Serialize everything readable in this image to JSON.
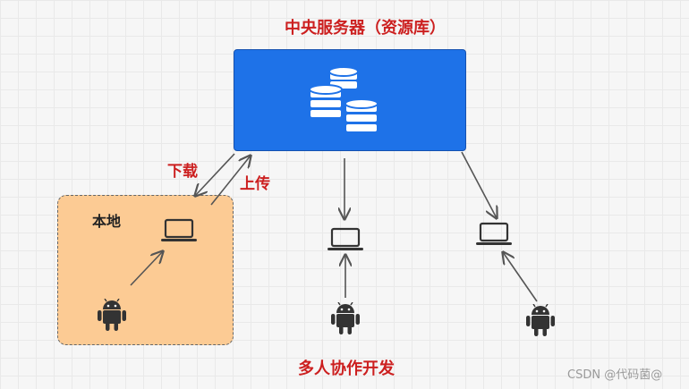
{
  "diagram": {
    "title": "中央服务器（资源库）",
    "download_label": "下载",
    "upload_label": "上传",
    "local_label": "本地",
    "footer": "多人协作开发",
    "watermark": "CSDN @代码菌@",
    "icons": {
      "server": "database-stack-icon",
      "computer": "laptop-icon",
      "developer": "android-icon"
    },
    "colors": {
      "server": "#1e72e8",
      "local_area": "#fccb94",
      "label_red": "#cc1f1f",
      "arrow": "#555555"
    }
  }
}
